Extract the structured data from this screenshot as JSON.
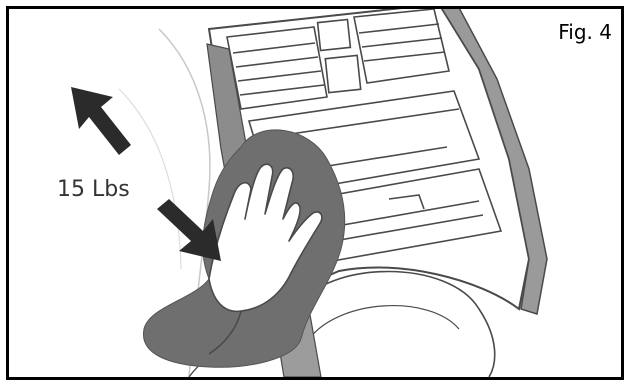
{
  "figure": {
    "label": "Fig. 4",
    "force_label": "15 Lbs"
  },
  "colors": {
    "frame": "#000000",
    "line_art": "#4a4a4a",
    "cloth": "#6f6f6f",
    "arrow": "#2b2b2b",
    "hand_fill": "#ffffff"
  },
  "icons": [
    "double-headed-arrow-icon",
    "cleaning-cloth",
    "hand"
  ]
}
